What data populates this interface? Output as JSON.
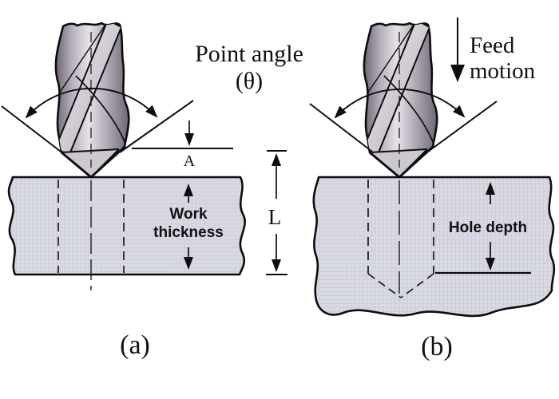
{
  "diagram": {
    "panel_a": {
      "caption": "(a)",
      "point_angle_label": "Point angle",
      "point_angle_symbol": "(θ)",
      "approach_allowance_label": "A",
      "length_label": "L",
      "work_thickness_line1": "Work",
      "work_thickness_line2": "thickness"
    },
    "panel_b": {
      "caption": "(b)",
      "feed_motion_line1": "Feed",
      "feed_motion_line2": "motion",
      "hole_depth_label": "Hole depth"
    }
  },
  "colors": {
    "background": "#ffffff",
    "line": "#0d0d0d",
    "workpiece_fill": "#d9d9e2",
    "drill_dark": "#6e6673",
    "drill_mid": "#b6aeba",
    "drill_light": "#e6e2e8",
    "flute_light": "#eceaef",
    "cone_left_face": "#cdc7d1",
    "cone_right_face": "#a79fad"
  }
}
